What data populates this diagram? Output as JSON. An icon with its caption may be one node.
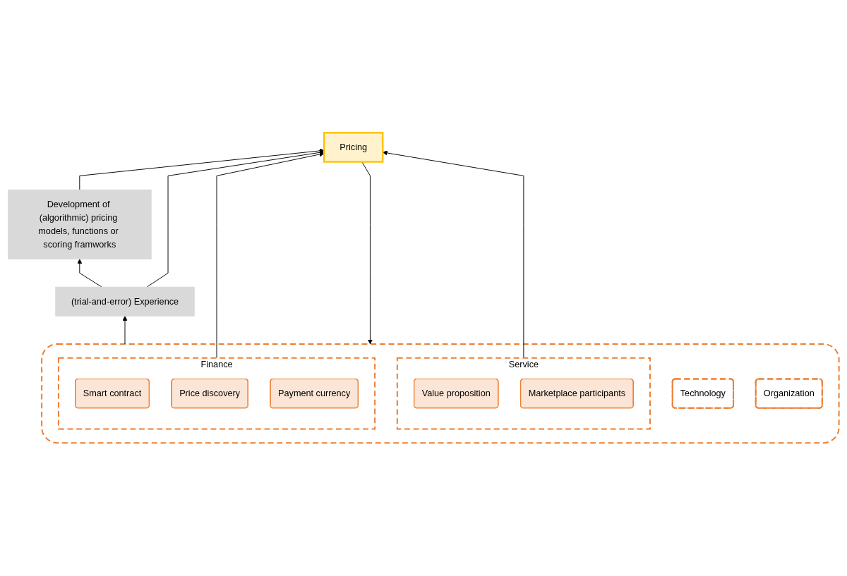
{
  "diagram": {
    "nodes": [
      {
        "text": [
          "Development of (algorithmic) pricing models, functions or scoring framworks"
        ]
      },
      {
        "text": [
          "(trial-and-error) Experience"
        ]
      },
      {
        "text": [
          "Pricing"
        ]
      },
      {
        "text": [],
        "shape": "box"
      },
      {
        "text": [
          "Technology"
        ],
        "in": 3
      },
      {
        "text": [
          "Service"
        ],
        "in": 3
      },
      {
        "text": [
          "Value proposition"
        ],
        "in": 5
      },
      {
        "text": [
          "Marketplace participants"
        ],
        "in": 5
      },
      {
        "text": [
          "Organization"
        ],
        "in": 3
      },
      {
        "text": [
          "Finance"
        ],
        "in": 3
      },
      {
        "text": [
          "Smart contract"
        ],
        "in": 9
      },
      {
        "text": [
          "Price discovery"
        ],
        "in": 9
      },
      {
        "text": [
          "Payment currency"
        ],
        "in": 9
      }
    ],
    "edges": [
      {
        "from": 0,
        "to": 2,
        "arrow": "to"
      },
      {
        "from": 1,
        "to": 0,
        "arrow": "to"
      },
      {
        "from": 1,
        "to": 2,
        "arrow": "to"
      },
      {
        "from": 3,
        "to": 1,
        "arrow": "to"
      },
      {
        "from": 2,
        "to": 3,
        "arrow": "to"
      },
      {
        "from": 9,
        "to": 2,
        "arrow": "to"
      },
      {
        "from": 5,
        "to": 2,
        "arrow": "to"
      }
    ]
  }
}
